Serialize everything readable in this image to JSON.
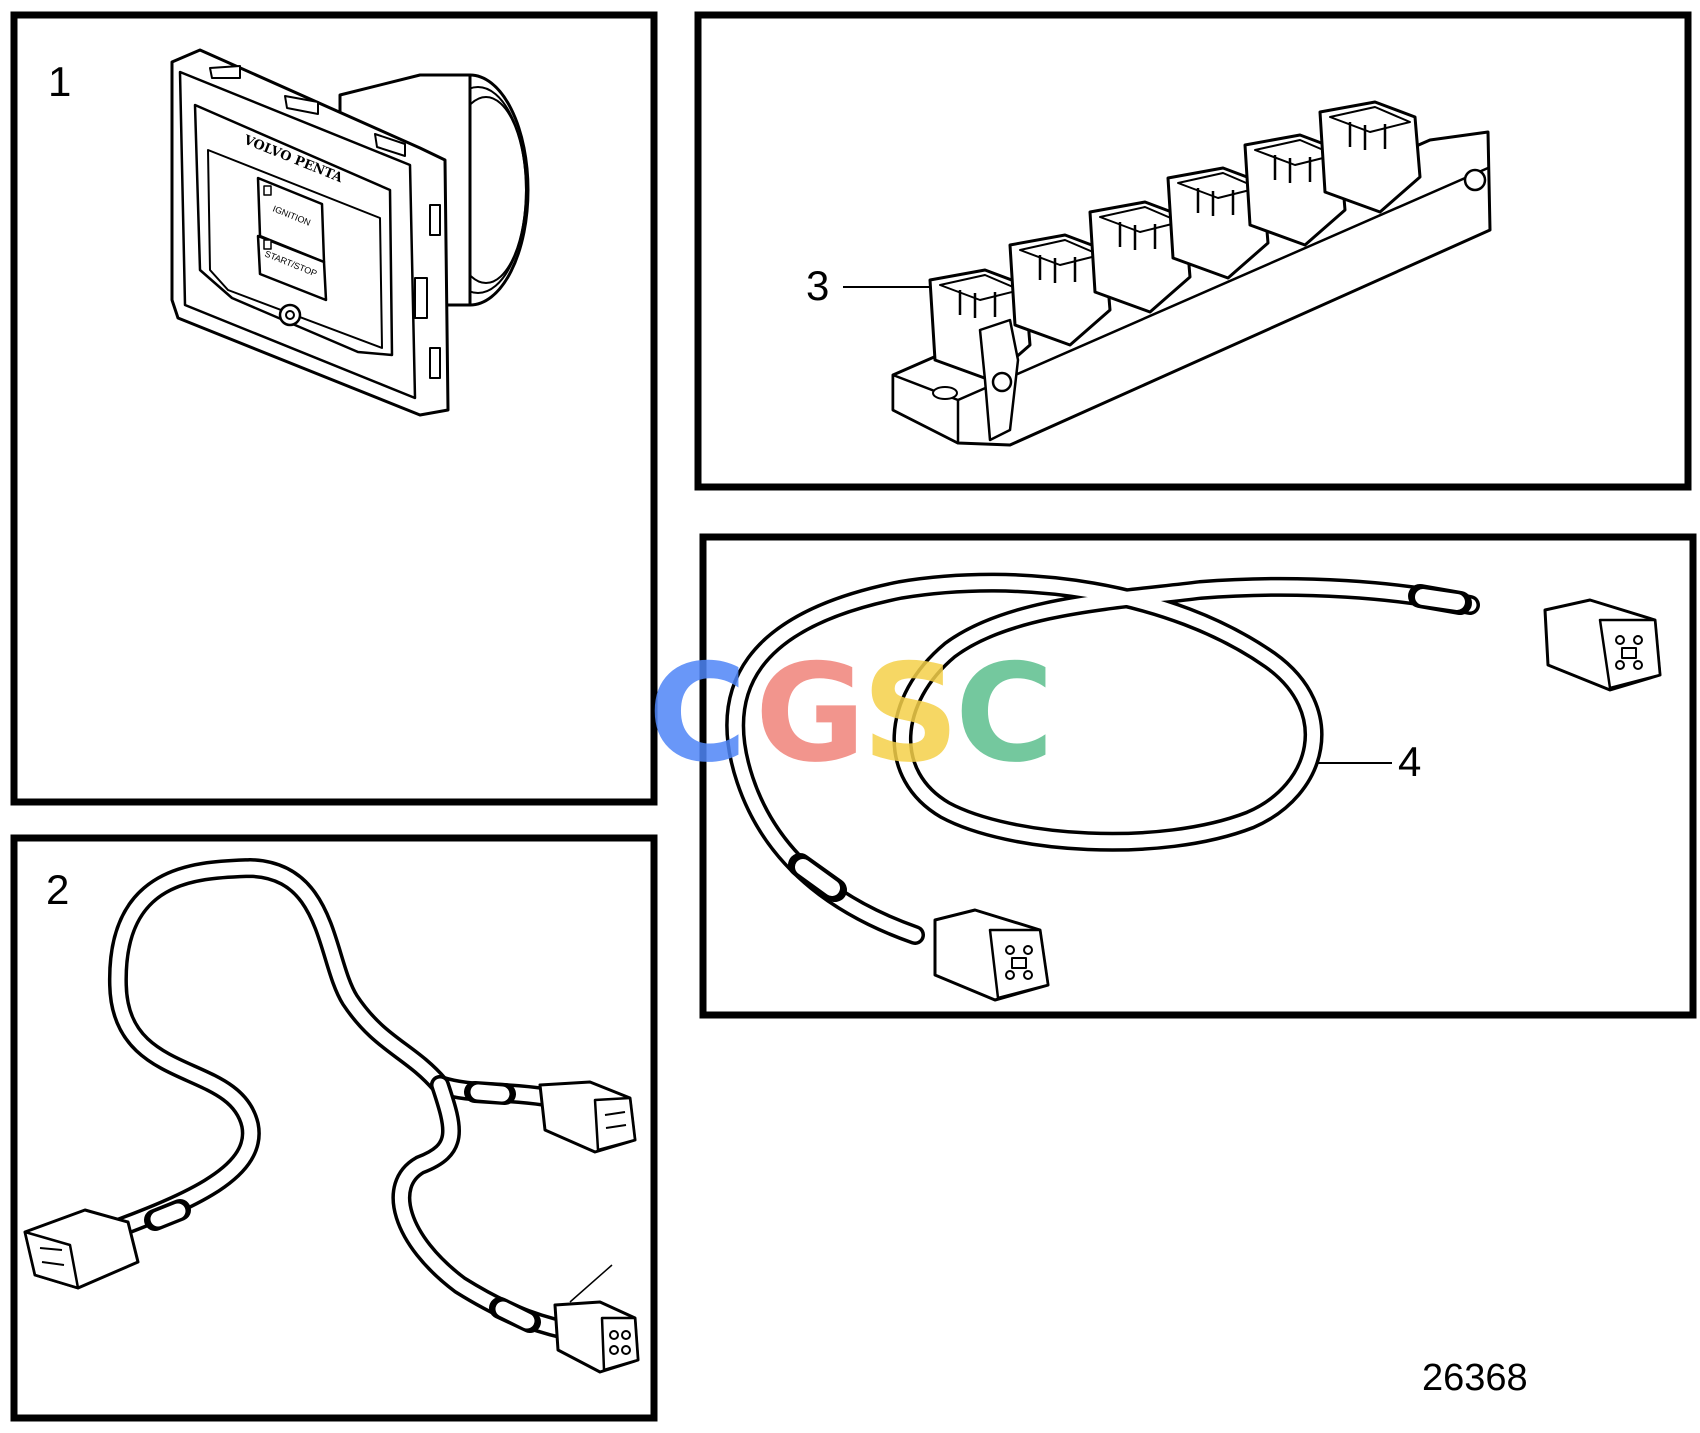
{
  "panels": [
    {
      "callout": "1"
    },
    {
      "callout": "2"
    },
    {
      "callout": "3"
    },
    {
      "callout": "4"
    }
  ],
  "panel1": {
    "brand": "VOLVO PENTA",
    "button_top": "IGNITION",
    "button_bottom": "START/STOP"
  },
  "watermark": "CGSC",
  "watermark_colors": [
    "#4f86f7",
    "#f0837a",
    "#f5d14a",
    "#5cbf8e"
  ],
  "figure_number": "26368"
}
